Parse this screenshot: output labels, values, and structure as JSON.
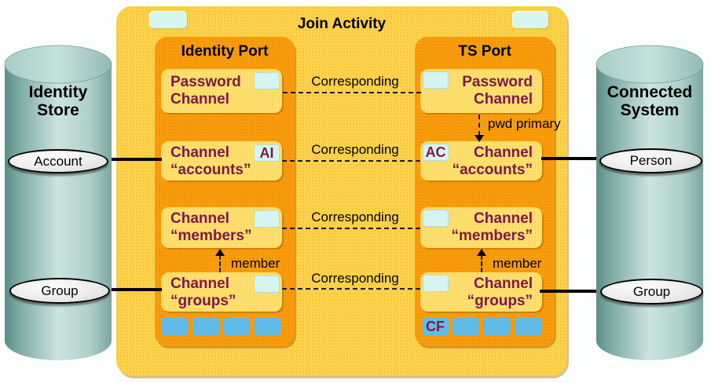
{
  "title": "Join Activity",
  "colors": {
    "container_yellow": "#FCD24A",
    "port_orange": "#FA9D0D",
    "channel_yellow": "#FFDF6E",
    "tag_cyan": "#D6F5F1",
    "square_blue": "#62BAE7",
    "channel_text_maroon": "#7C1A45",
    "cylinder_teal": "#9CC2BD"
  },
  "left_store": {
    "line1": "Identity",
    "line2": "Store",
    "account_label": "Account",
    "group_label": "Group"
  },
  "right_store": {
    "line1": "Connected",
    "line2": "System",
    "person_label": "Person",
    "group_label": "Group"
  },
  "identity_port": {
    "title": "Identity Port",
    "password": {
      "line1": "Password",
      "line2": "Channel"
    },
    "accounts": {
      "line1": "Channel",
      "line2": "“accounts”",
      "tag": "AI"
    },
    "members": {
      "line1": "Channel",
      "line2": "“members”"
    },
    "groups": {
      "line1": "Channel",
      "line2": "“groups”"
    }
  },
  "ts_port": {
    "title": "TS Port",
    "password": {
      "line1": "Password",
      "line2": "Channel"
    },
    "accounts": {
      "line1": "Channel",
      "line2": "“accounts”",
      "tag": "AC"
    },
    "members": {
      "line1": "Channel",
      "line2": "“members”"
    },
    "groups": {
      "line1": "Channel",
      "line2": "“groups”"
    },
    "cf_badge": "CF"
  },
  "edge_labels": {
    "corresponding": "Corresponding",
    "pwd_primary": "pwd primary",
    "member": "member"
  }
}
